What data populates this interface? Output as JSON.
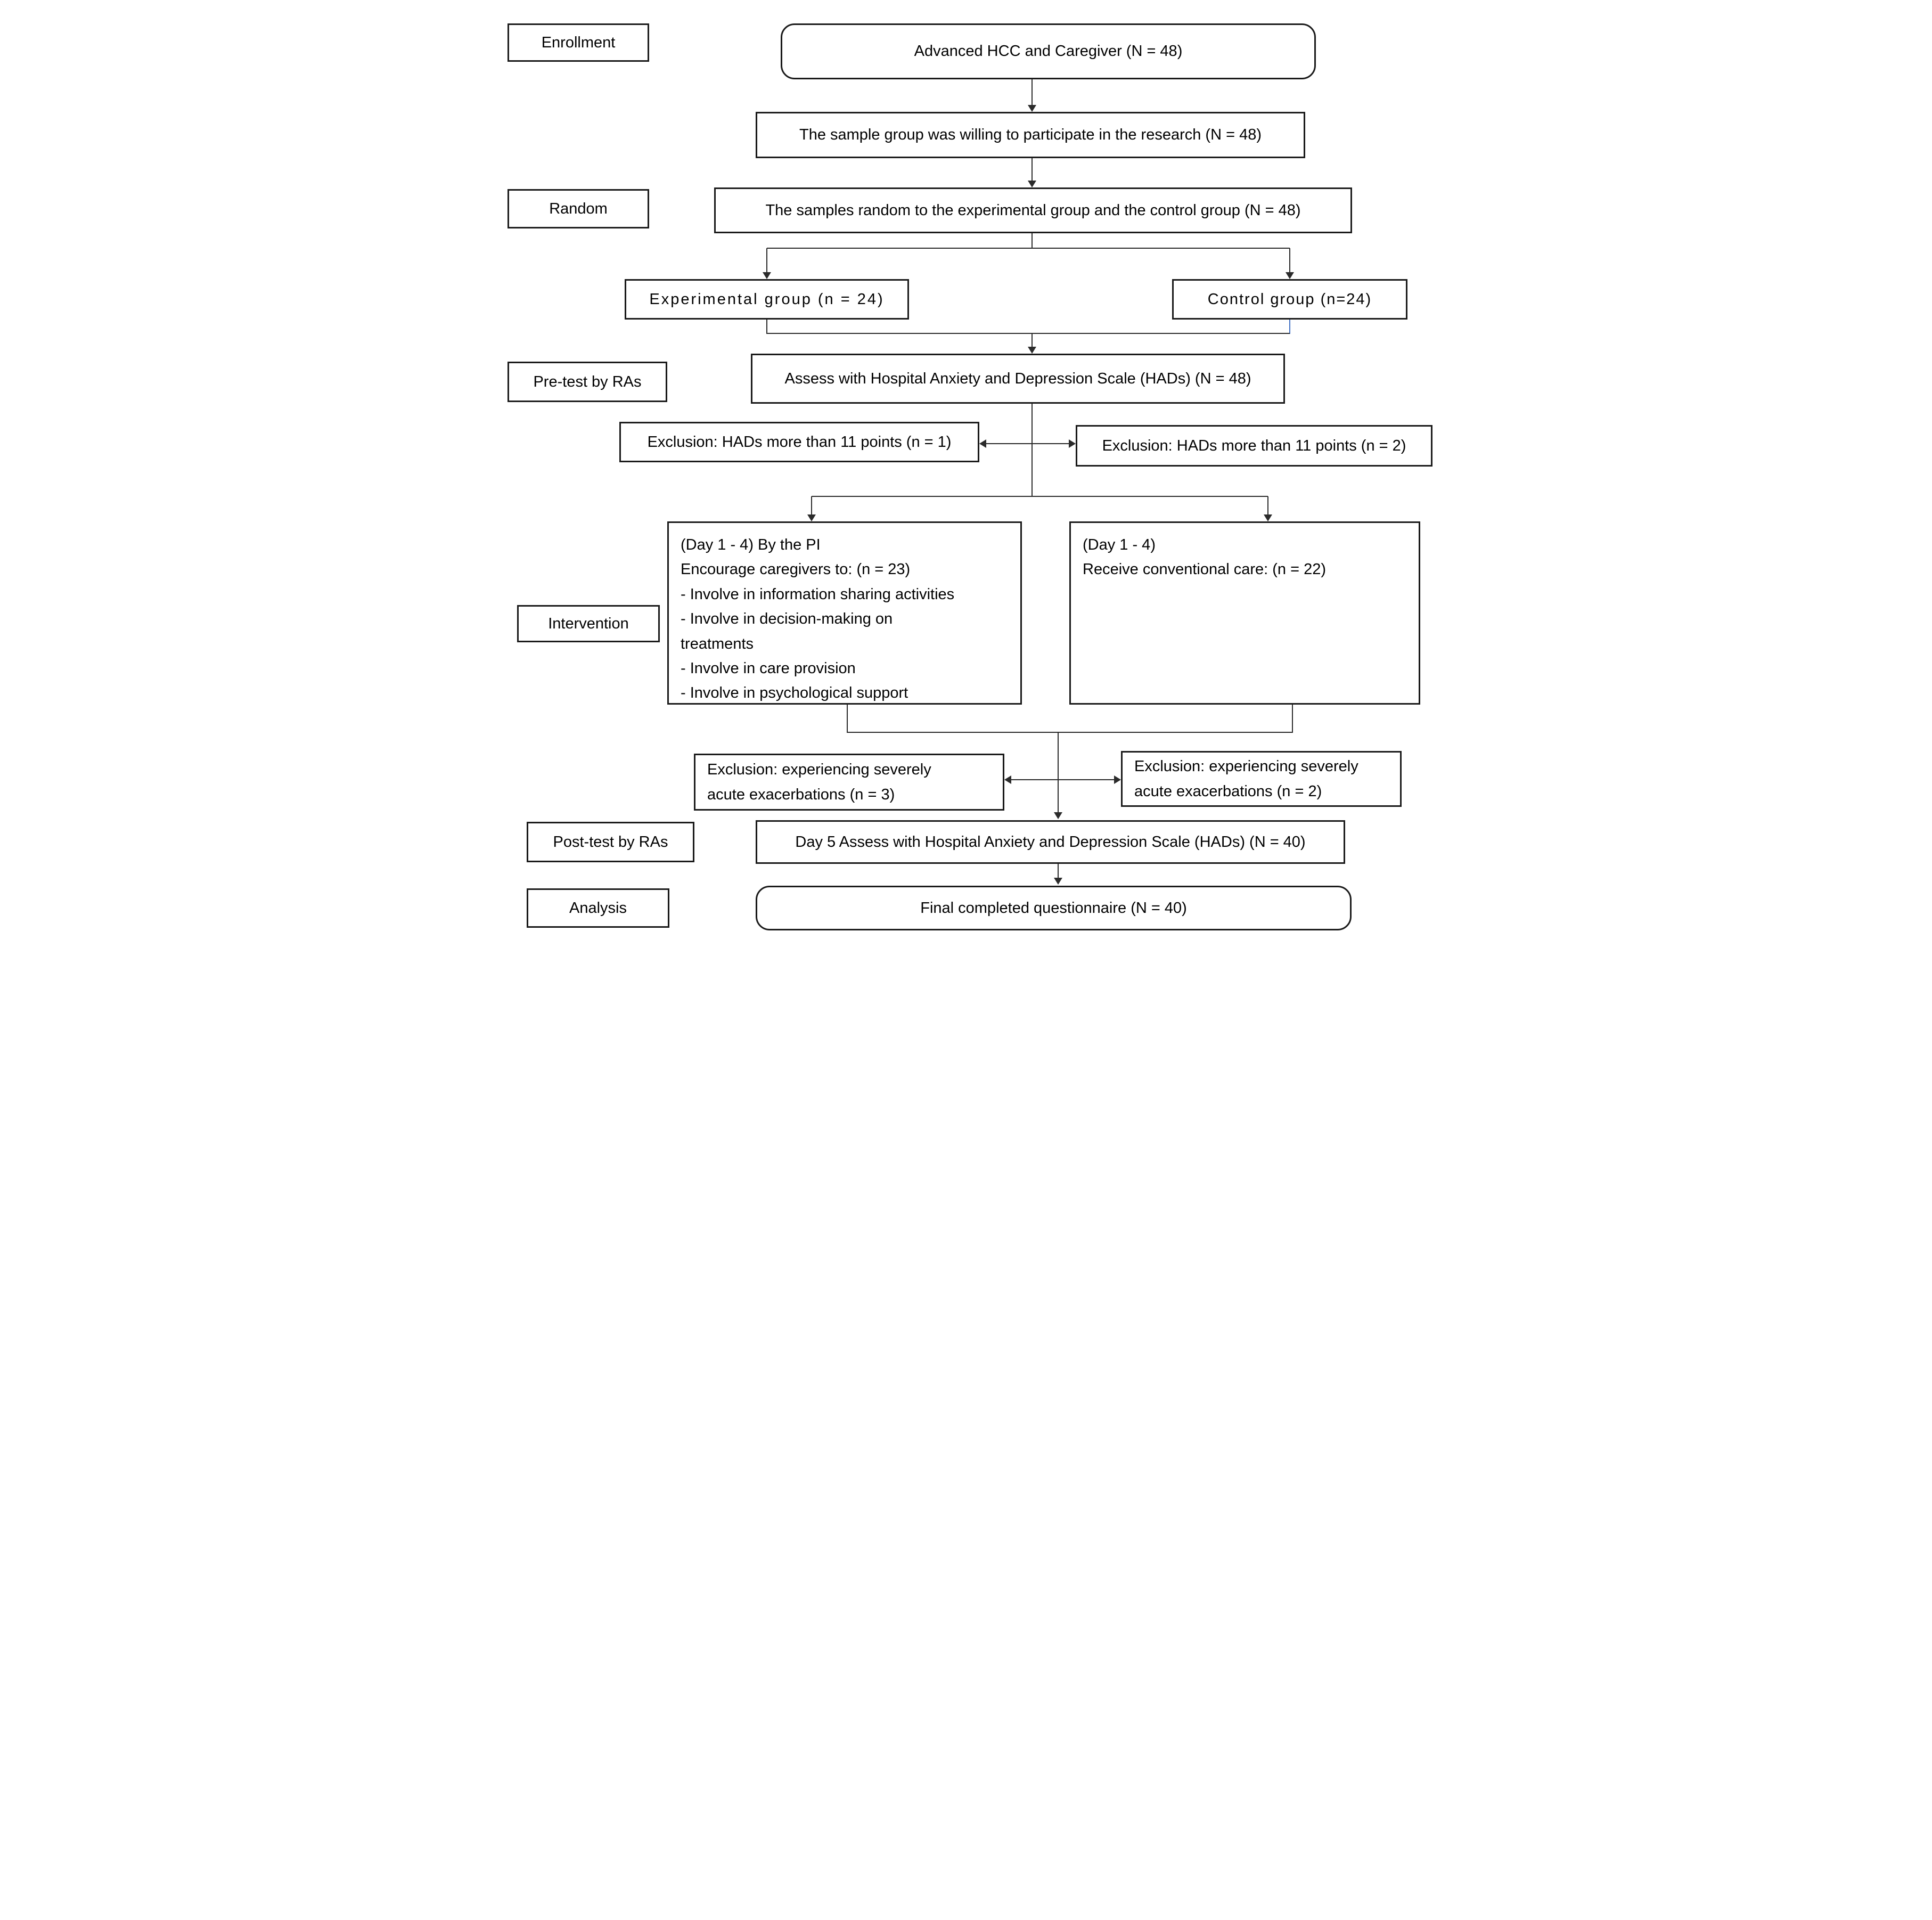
{
  "diagram": {
    "stages": {
      "enrollment": "Enrollment",
      "random": "Random",
      "pretest": "Pre-test by RAs",
      "intervention": "Intervention",
      "posttest": "Post-test by RAs",
      "analysis": "Analysis"
    },
    "nodes": {
      "enrolled": "Advanced HCC and Caregiver (N = 48)",
      "willing": "The sample group was willing to participate in the research (N = 48)",
      "randomized": "The samples random to the experimental group and the control group (N = 48)",
      "experimental_group": "Experimental group (n = 24)",
      "control_group": "Control group (n=24)",
      "pretest_assess": "Assess with Hospital Anxiety and Depression Scale (HADs) (N = 48)",
      "exclusion_hads_left": "Exclusion: HADs more than 11 points (n = 1)",
      "exclusion_hads_right": "Exclusion: HADs more than 11 points (n = 2)",
      "intervention_experimental": {
        "lines": [
          "(Day 1 - 4) By the PI",
          "Encourage caregivers to: (n = 23)",
          "- Involve in information sharing activities",
          "- Involve in decision-making on",
          "treatments",
          "- Involve in care provision",
          "- Involve in psychological support"
        ]
      },
      "intervention_control": {
        "lines": [
          "(Day 1 - 4)",
          "Receive conventional care: (n = 22)"
        ]
      },
      "exclusion_severe_left": {
        "lines": [
          "Exclusion: experiencing severely",
          "acute exacerbations (n  = 3)"
        ]
      },
      "exclusion_severe_right": {
        "lines": [
          "Exclusion: experiencing severely",
          "acute exacerbations (n = 2)"
        ]
      },
      "posttest_assess": "Day 5 Assess with Hospital Anxiety and Depression Scale (HADs) (N = 40)",
      "final": "Final completed questionnaire (N = 40)"
    },
    "colors": {
      "box_border": "#1a1a1a",
      "connector": "#2b2b2b",
      "control_connector_blue": "#4472c4",
      "background": "#ffffff"
    }
  }
}
